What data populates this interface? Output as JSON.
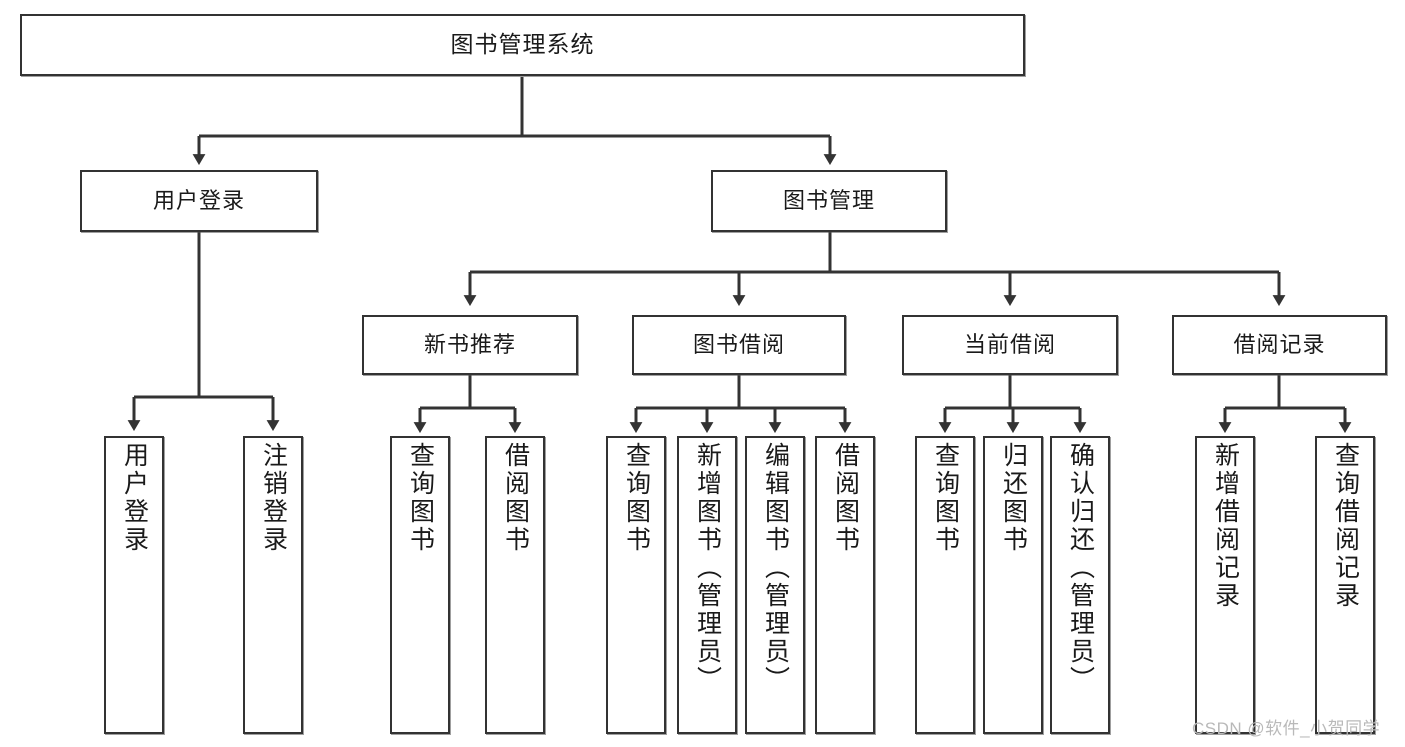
{
  "diagram": {
    "title": "图书管理系统",
    "type": "tree",
    "orientation": "top-down",
    "colors": {
      "node_border": "#333333",
      "node_fill": "#ffffff",
      "edge": "#333333",
      "text": "#1a1a1a",
      "watermark": "#b9b9b9",
      "background": "#ffffff"
    }
  },
  "watermark": {
    "text": "CSDN @软件_小贺同学"
  },
  "nodes": {
    "root": {
      "label": "图书管理系统",
      "level": 1
    },
    "l2": [
      {
        "id": "user-login",
        "label": "用户登录",
        "level": 2
      },
      {
        "id": "book-manage",
        "label": "图书管理",
        "level": 2
      }
    ],
    "l3": [
      {
        "id": "new-book-recommend",
        "label": "新书推荐",
        "level": 3,
        "parent": "book-manage"
      },
      {
        "id": "book-borrow",
        "label": "图书借阅",
        "level": 3,
        "parent": "book-manage"
      },
      {
        "id": "current-borrow",
        "label": "当前借阅",
        "level": 3,
        "parent": "book-manage"
      },
      {
        "id": "borrow-record",
        "label": "借阅记录",
        "level": 3,
        "parent": "book-manage"
      }
    ],
    "leaves": [
      {
        "id": "leaf-user-login",
        "label": "用户登录",
        "parent": "user-login"
      },
      {
        "id": "leaf-logout-login",
        "label": "注销登录",
        "parent": "user-login"
      },
      {
        "id": "leaf-query-book-1",
        "label": "查询图书",
        "parent": "new-book-recommend"
      },
      {
        "id": "leaf-borrow-book-1",
        "label": "借阅图书",
        "parent": "new-book-recommend"
      },
      {
        "id": "leaf-query-book-2",
        "label": "查询图书",
        "parent": "book-borrow"
      },
      {
        "id": "leaf-add-book",
        "label": "新增图书（管理员）",
        "parent": "book-borrow"
      },
      {
        "id": "leaf-edit-book",
        "label": "编辑图书（管理员）",
        "parent": "book-borrow"
      },
      {
        "id": "leaf-borrow-book-2",
        "label": "借阅图书",
        "parent": "book-borrow"
      },
      {
        "id": "leaf-query-book-3",
        "label": "查询图书",
        "parent": "current-borrow"
      },
      {
        "id": "leaf-return-book",
        "label": "归还图书",
        "parent": "current-borrow"
      },
      {
        "id": "leaf-confirm-return",
        "label": "确认归还（管理员）",
        "parent": "current-borrow"
      },
      {
        "id": "leaf-add-record",
        "label": "新增借阅记录",
        "parent": "borrow-record"
      },
      {
        "id": "leaf-query-record",
        "label": "查询借阅记录",
        "parent": "borrow-record"
      }
    ]
  }
}
